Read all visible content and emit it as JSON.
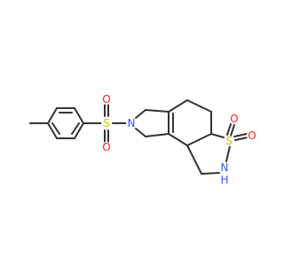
{
  "colors": {
    "bond": "#333333",
    "carbon": "#333333",
    "nitrogen": "#3355ff",
    "oxygen": "#ff2020",
    "sulfur": "#c8c800",
    "background": "#ffffff"
  },
  "labels": {
    "s_sulfonyl": "S",
    "o_sulfonyl_top": "O",
    "o_sulfonyl_bottom": "O",
    "n_pyrroline": "N",
    "s_sultam": "S",
    "o_sultam_top": "O",
    "o_sultam_right": "O",
    "nh_sultam": "N",
    "h_sultam": "H"
  }
}
